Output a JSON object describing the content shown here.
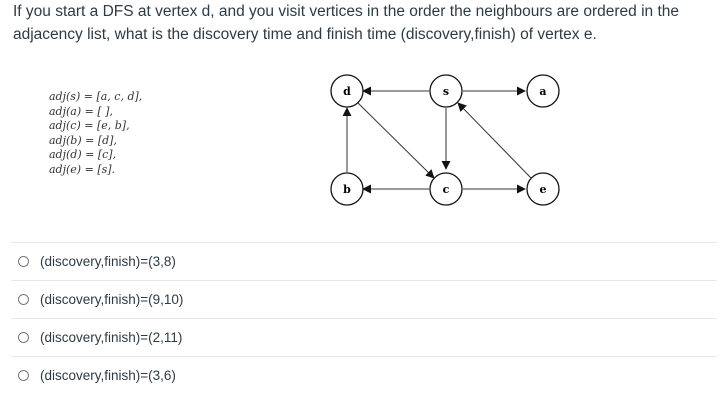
{
  "question": {
    "text": "If you start a DFS at vertex d, and you visit vertices in the order the neighbours are ordered in the adjacency list, what is the discovery time and finish time (discovery,finish) of vertex e."
  },
  "adjacency_list": [
    "adj(s) = [a, c, d],",
    "adj(a) = [ ],",
    "adj(c) = [e, b],",
    "adj(b) = [d],",
    "adj(d) = [c],",
    "adj(e) = [s]."
  ],
  "graph": {
    "vertices": [
      "d",
      "s",
      "a",
      "b",
      "c",
      "e"
    ]
  },
  "answers": [
    {
      "label": "(discovery,finish)=(3,8)"
    },
    {
      "label": "(discovery,finish)=(9,10)"
    },
    {
      "label": "(discovery,finish)=(2,11)"
    },
    {
      "label": "(discovery,finish)=(3,6)"
    }
  ]
}
